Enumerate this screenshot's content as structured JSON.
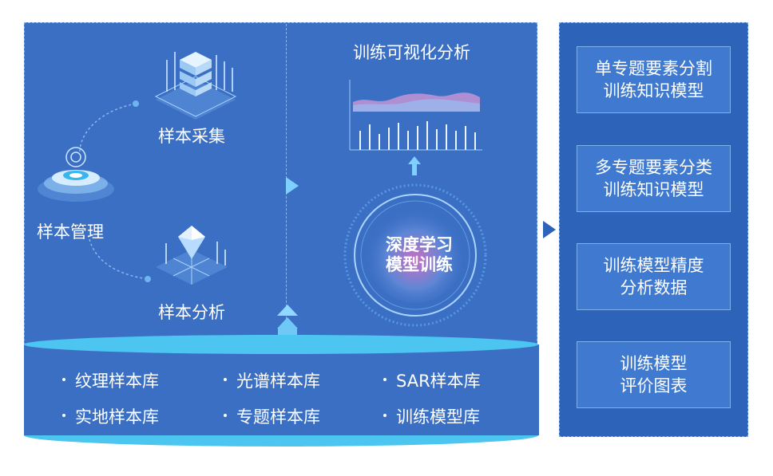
{
  "left": {
    "sample_collection": "样本采集",
    "sample_management": "样本管理",
    "sample_analysis": "样本分析"
  },
  "middle": {
    "title": "训练可视化分析",
    "core_line1": "深度学习",
    "core_line2": "模型训练"
  },
  "libraries": [
    "纹理样本库",
    "光谱样本库",
    "SAR样本库",
    "实地样本库",
    "专题样本库",
    "训练模型库"
  ],
  "outputs": [
    {
      "line1": "单专题要素分割",
      "line2": "训练知识模型"
    },
    {
      "line1": "多专题要素分类",
      "line2": "训练知识模型"
    },
    {
      "line1": "训练模型精度",
      "line2": "分析数据"
    },
    {
      "line1": "训练模型",
      "line2": "评价图表"
    }
  ],
  "colors": {
    "panel": "#3a6fc4",
    "right_panel": "#2d63b8",
    "box": "#3f7ad0",
    "accent_cyan": "#4cc6f0",
    "arrow": "#7fd0ff"
  }
}
